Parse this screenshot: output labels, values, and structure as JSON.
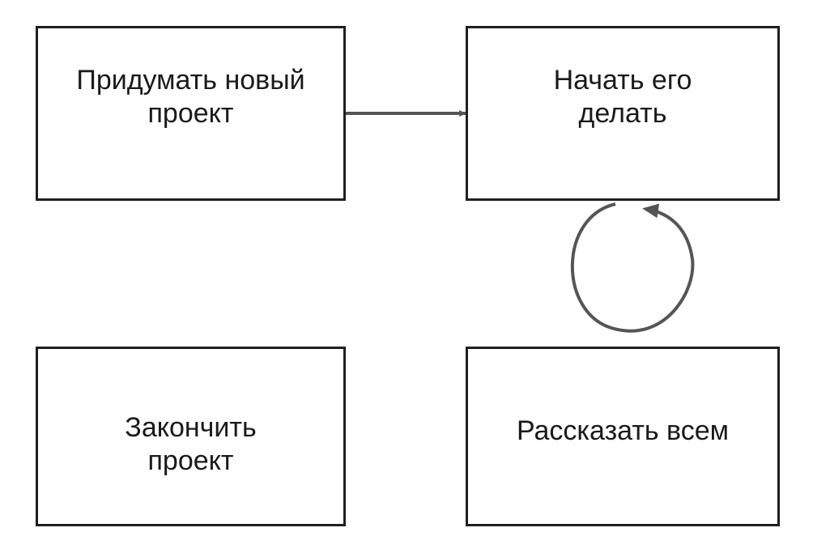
{
  "diagram": {
    "nodes": [
      {
        "id": "box-1",
        "label": "Придумать новый\nпроект"
      },
      {
        "id": "box-2",
        "label": "Начать его\nделать"
      },
      {
        "id": "box-3",
        "label": "Закончить\nпроект"
      },
      {
        "id": "box-4",
        "label": "Рассказать всем"
      }
    ],
    "edges": [
      {
        "from": "box-1",
        "to": "box-2",
        "style": "straight-arrow"
      },
      {
        "from": "box-2",
        "to": "box-2",
        "style": "loop-arrow"
      }
    ],
    "colors": {
      "box_border": "#1f1f1f",
      "arrow": "#555555",
      "text": "#1a1a1a"
    }
  }
}
